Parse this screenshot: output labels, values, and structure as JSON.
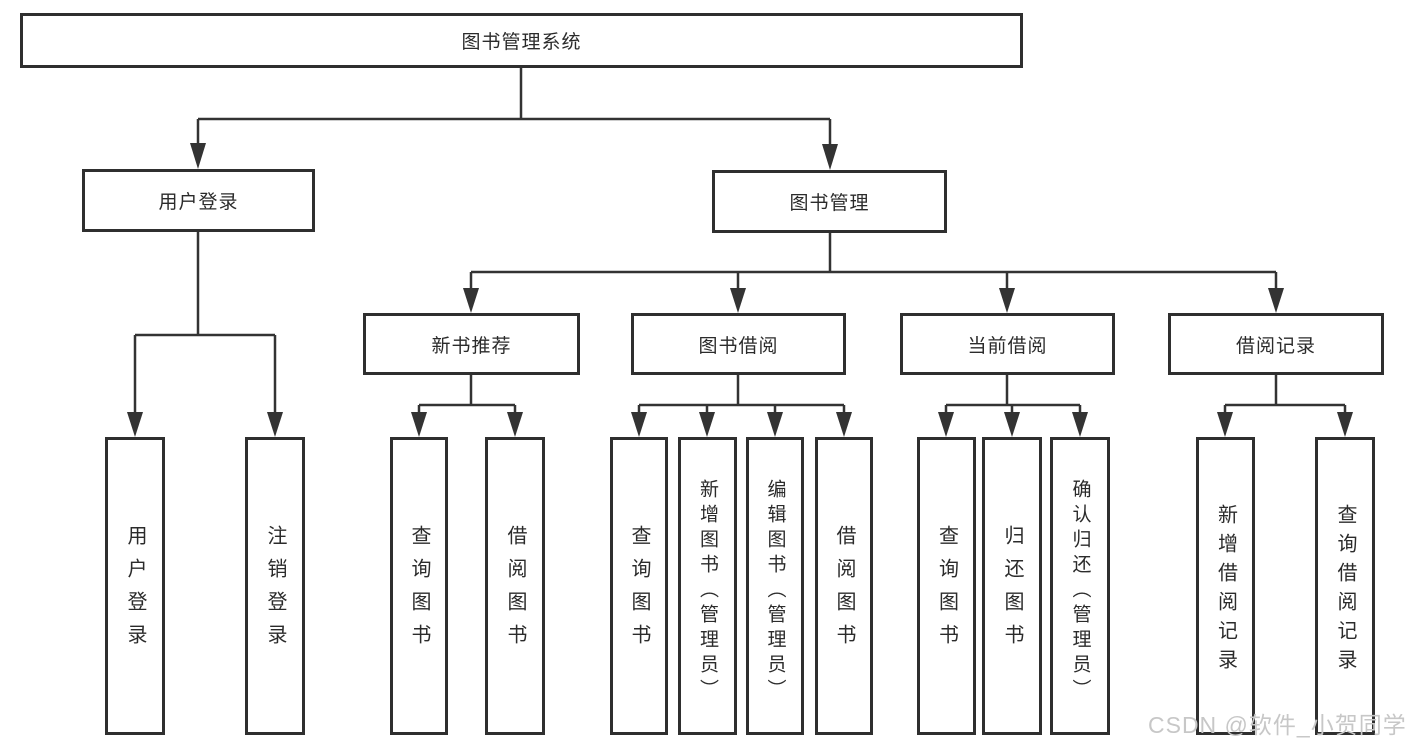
{
  "diagram_type": "hierarchy-tree",
  "title": "图书管理系统",
  "colors": {
    "line": "#333333",
    "box_border": "#2f2f2f",
    "text": "#2b2b2b",
    "background": "#ffffff",
    "watermark": "#c7c7c7"
  },
  "tree": {
    "label": "图书管理系统",
    "children": [
      {
        "label": "用户登录",
        "children": [
          {
            "label": "用户登录"
          },
          {
            "label": "注销登录"
          }
        ]
      },
      {
        "label": "图书管理",
        "children": [
          {
            "label": "新书推荐",
            "children": [
              {
                "label": "查询图书"
              },
              {
                "label": "借阅图书"
              }
            ]
          },
          {
            "label": "图书借阅",
            "children": [
              {
                "label": "查询图书"
              },
              {
                "label": "新增图书（管理员）"
              },
              {
                "label": "编辑图书（管理员）"
              },
              {
                "label": "借阅图书"
              }
            ]
          },
          {
            "label": "当前借阅",
            "children": [
              {
                "label": "查询图书"
              },
              {
                "label": "归还图书"
              },
              {
                "label": "确认归还（管理员）"
              }
            ]
          },
          {
            "label": "借阅记录",
            "children": [
              {
                "label": "新增借阅记录"
              },
              {
                "label": "查询借阅记录"
              }
            ]
          }
        ]
      }
    ]
  },
  "watermark": {
    "text": "CSDN @软件_小贺同学"
  }
}
